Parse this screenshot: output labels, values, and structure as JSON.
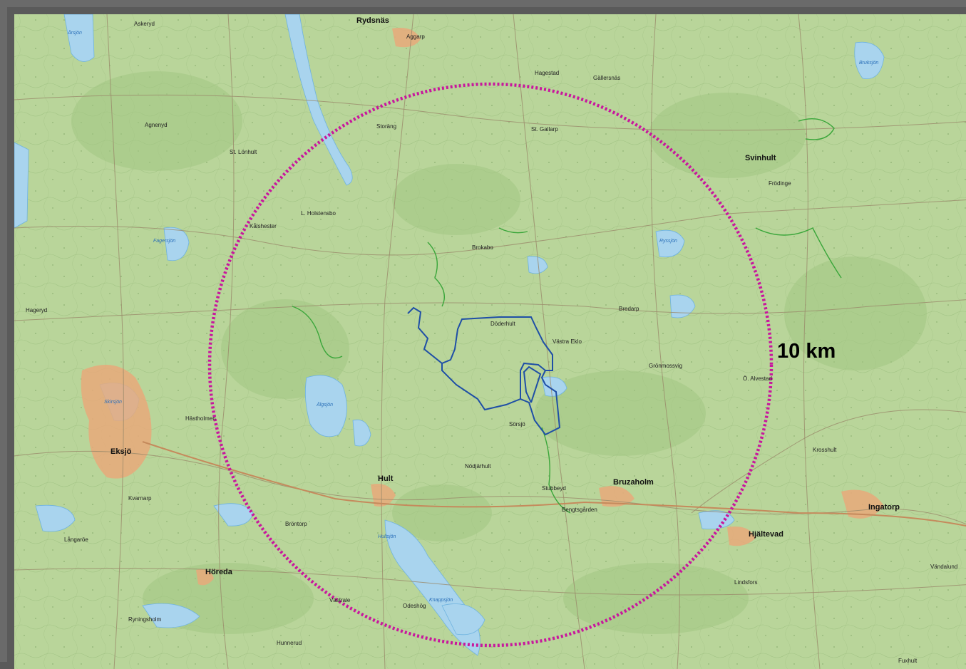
{
  "map": {
    "radius_label": "10 km",
    "colors": {
      "land": "#b9d59a",
      "forest_dark": "#a3c783",
      "water": "#a9d4ee",
      "water_edge": "#6fb3df",
      "road": "#9a8a6a",
      "road_major": "#c58a5c",
      "urban": "#e8a97a",
      "circle": "#c8179d",
      "area_outline": "#1f4fa6",
      "trail": "#3aa63a"
    },
    "places_major": [
      "Eksjö",
      "Hult",
      "Bruzaholm",
      "Hjältevad",
      "Ingatorp",
      "Svinhult",
      "Höreda",
      "Rydsnäs"
    ],
    "places_minor": [
      "Askeryd",
      "Aggarp",
      "Hagestad",
      "Gällersnäs",
      "St. Gallarp",
      "Storäng",
      "L. Holstensbo",
      "Kålshester",
      "Brokabo",
      "Döderhult",
      "Västra Eklo",
      "Bredarp",
      "Grönmossvig",
      "Ö. Alvestad",
      "Stubbeyd",
      "Bengtsgården",
      "Nödjärhult",
      "Västrale",
      "Odeshög",
      "Hunnerud",
      "Agnenyd",
      "St. Lönhult",
      "Hageryd",
      "Frödinge",
      "Ryningsholm",
      "Kvarnarp",
      "Långaröe",
      "Hästholmen",
      "Fuxhult",
      "Krosshult",
      "Vändalund",
      "Sörsjö",
      "Bröntorp",
      "Lindsfors"
    ],
    "lakes": [
      "Ärsjön",
      "Ryssjön",
      "Älgsjön",
      "Knappsjön",
      "Bruksjön",
      "Skirsjön",
      "Fagersjön",
      "Hultsjön"
    ]
  }
}
